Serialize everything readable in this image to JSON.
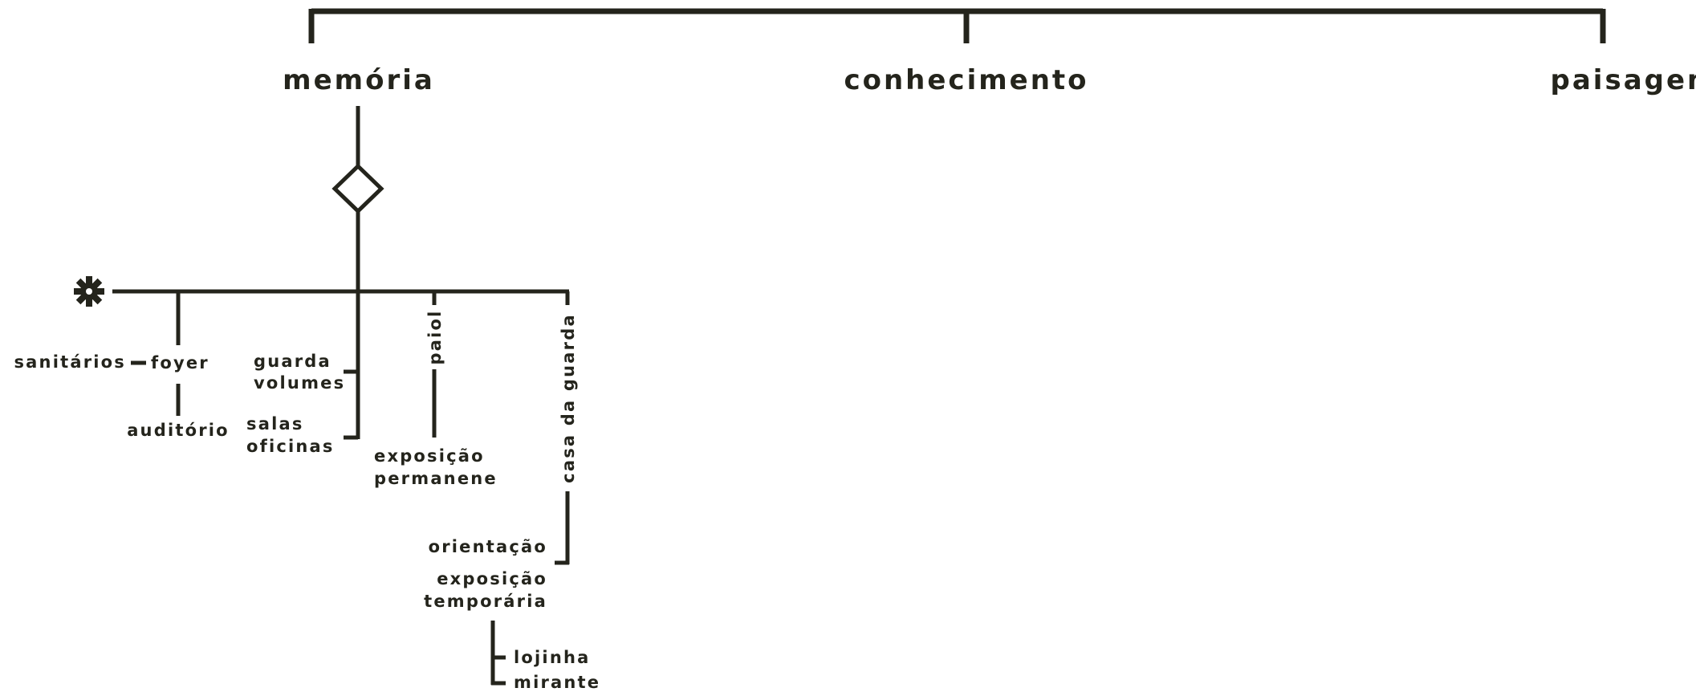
{
  "colors": {
    "ink": "#24241c",
    "background": "#ffffff"
  },
  "headings": {
    "memoria": "memória",
    "conhecimento": "conhecimento",
    "paisagem": "paisagem"
  },
  "icons": {
    "node_symbol": "diamond-icon",
    "origin_symbol": "gear-icon"
  },
  "labels": {
    "sanitarios": "sanitários",
    "foyer": "foyer",
    "auditorio": "auditório",
    "guarda": "guarda",
    "volumes": "volumes",
    "salas": "salas",
    "oficinas": "oficinas",
    "paiol": "paiol",
    "exposicao_perm_1": "exposição",
    "exposicao_perm_2": "permanene",
    "casa_da_guarda": "casa da guarda",
    "orientacao": "orientação",
    "exposicao_temp_1": "exposição",
    "exposicao_temp_2": "temporária",
    "lojinha": "lojinha",
    "mirante": "mirante"
  }
}
